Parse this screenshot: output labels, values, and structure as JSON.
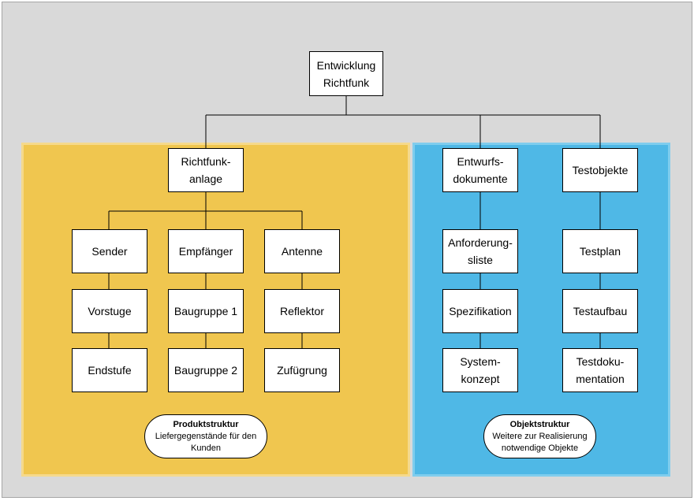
{
  "root": "Entwicklung\nRichtfunk",
  "product": {
    "anlage": "Richtfunk-\nanlage",
    "columns": [
      [
        "Sender",
        "Vorstuge",
        "Endstufe"
      ],
      [
        "Empfänger",
        "Baugruppe 1",
        "Baugruppe 2"
      ],
      [
        "Antenne",
        "Reflektor",
        "Zufügrung"
      ]
    ],
    "legend_title": "Produktstruktur",
    "legend_text": "Liefergegenstände für den\nKunden"
  },
  "object": {
    "docs": "Entwurfs-\ndokumente",
    "tests": "Testobjekte",
    "doc_items": [
      "Anforderung-\nsliste",
      "Spezifikation",
      "System-\nkonzept"
    ],
    "test_items": [
      "Testplan",
      "Testaufbau",
      "Testdoku-\nmentation"
    ],
    "legend_title": "Objektstruktur",
    "legend_text": "Weitere zur Realisierung\nnotwendige Objekte"
  },
  "colors": {
    "product_zone": "#f0c64f",
    "object_zone": "#4fb8e6",
    "background": "#d9d9d9"
  }
}
